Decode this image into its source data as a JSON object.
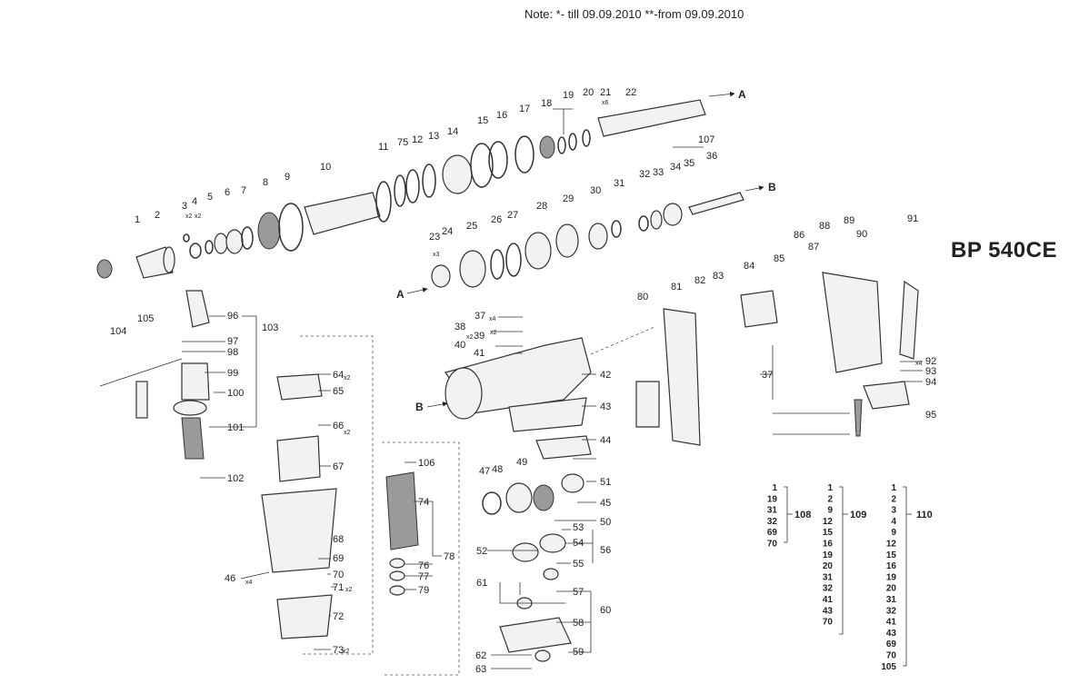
{
  "note": "Note: *- till 09.09.2010 **-from 09.09.2010",
  "model": "BP 540CE",
  "arrow_a": "A",
  "arrow_b": "B",
  "multipliers": [
    "x2",
    "x2",
    "x3",
    "x6",
    "x4",
    "x2",
    "x2",
    "x2",
    "x2",
    "x4",
    "x2",
    "x4",
    "x2"
  ],
  "part_labels": [
    "1",
    "2",
    "3",
    "4",
    "5",
    "6",
    "7",
    "8",
    "9",
    "10",
    "11",
    "75",
    "12",
    "13",
    "14",
    "15",
    "16",
    "17",
    "18",
    "19",
    "20",
    "21",
    "22",
    "107",
    "32",
    "33",
    "34",
    "35",
    "36",
    "23",
    "24",
    "25",
    "26",
    "27",
    "28",
    "29",
    "30",
    "31",
    "96",
    "103",
    "97",
    "98",
    "99",
    "100",
    "101",
    "102",
    "104",
    "105",
    "37",
    "38",
    "39",
    "40",
    "41",
    "42",
    "43",
    "64",
    "65",
    "66",
    "67",
    "68",
    "69",
    "70",
    "71",
    "72",
    "73",
    "46",
    "106",
    "74",
    "76",
    "77",
    "78",
    "79",
    "47",
    "48",
    "49",
    "51",
    "45",
    "44",
    "50",
    "53",
    "54",
    "56",
    "52",
    "55",
    "61",
    "57",
    "60",
    "58",
    "62",
    "59",
    "63",
    "80",
    "81",
    "82",
    "83",
    "84",
    "85",
    "86",
    "87",
    "88",
    "89",
    "90",
    "91",
    "92",
    "93",
    "94",
    "95"
  ],
  "kits": [
    {
      "id": "108",
      "members": [
        "1",
        "19",
        "31",
        "32",
        "69",
        "70"
      ]
    },
    {
      "id": "109",
      "members": [
        "1",
        "2",
        "9",
        "12",
        "15",
        "16",
        "19",
        "20",
        "31",
        "32",
        "41",
        "43",
        "70"
      ]
    },
    {
      "id": "110",
      "members": [
        "1",
        "2",
        "3",
        "4",
        "9",
        "12",
        "15",
        "16",
        "19",
        "20",
        "31",
        "32",
        "41",
        "43",
        "69",
        "70",
        "105"
      ]
    }
  ]
}
